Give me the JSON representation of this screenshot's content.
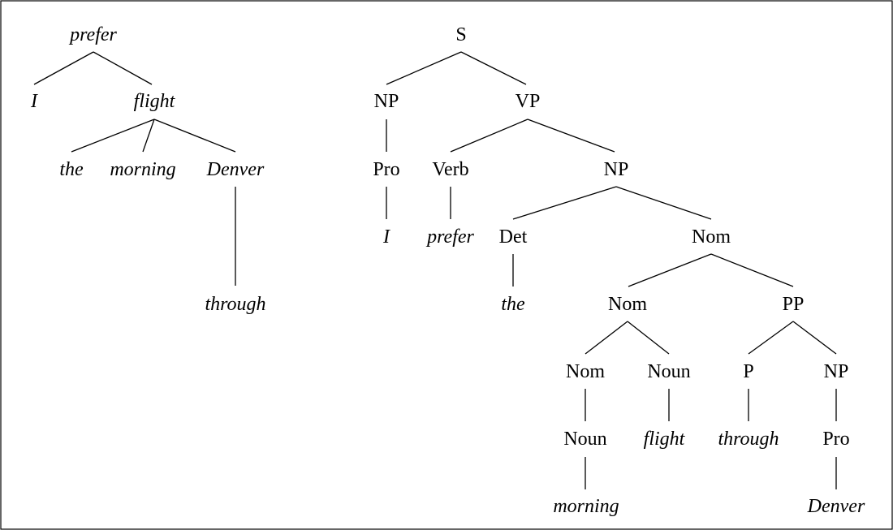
{
  "dependency_tree": {
    "nodes": {
      "prefer": "prefer",
      "I": "I",
      "flight": "flight",
      "the": "the",
      "morning": "morning",
      "Denver": "Denver",
      "through": "through"
    }
  },
  "constituency_tree": {
    "nodes": {
      "S": "S",
      "NP1": "NP",
      "VP": "VP",
      "Pro1": "Pro",
      "Verb": "Verb",
      "NP2": "NP",
      "I": "I",
      "prefer": "prefer",
      "Det": "Det",
      "Nom1": "Nom",
      "the": "the",
      "Nom2": "Nom",
      "PP": "PP",
      "Nom3": "Nom",
      "Noun1": "Noun",
      "P": "P",
      "NP3": "NP",
      "Noun2": "Noun",
      "flight": "flight",
      "through": "through",
      "Pro2": "Pro",
      "morning": "morning",
      "Denver": "Denver"
    }
  }
}
